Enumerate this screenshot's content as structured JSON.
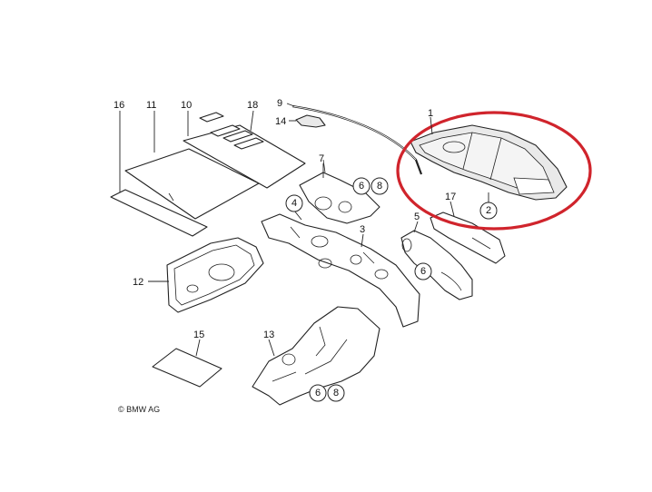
{
  "diagram": {
    "copyright": "© BMW AG",
    "highlight_color": "#d0242c",
    "labels": {
      "p1": "1",
      "p2": "2",
      "p3": "3",
      "p4": "4",
      "p5": "5",
      "p6a": "6",
      "p8a": "8",
      "p6b": "6",
      "p6c": "6",
      "p8c": "8",
      "p7": "7",
      "p9": "9",
      "p10": "10",
      "p11": "11",
      "p12": "12",
      "p13": "13",
      "p14": "14",
      "p15": "15",
      "p16": "16",
      "p17": "17",
      "p18": "18"
    }
  }
}
